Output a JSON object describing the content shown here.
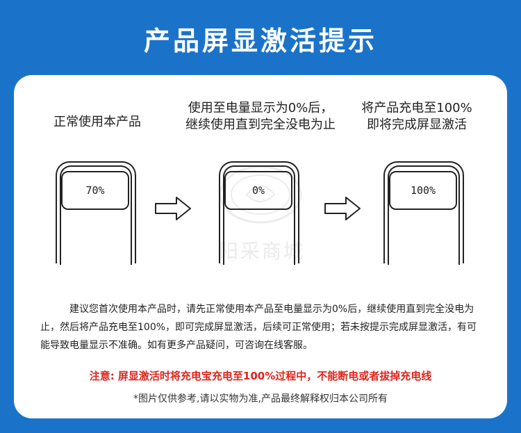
{
  "title": "产品屏显激活提示",
  "steps": [
    {
      "label_line1": "正常使用本产品",
      "label_line2": "",
      "display": "70%"
    },
    {
      "label_line1": "使用至电量显示为0%后，",
      "label_line2": "继续使用直到完全没电为止",
      "display": "0%"
    },
    {
      "label_line1": "将产品充电至100%",
      "label_line2": "即将完成屏显激活",
      "display": "100%"
    }
  ],
  "watermark": "阳采商城",
  "paragraph": "建议您首次使用本产品时，请先正常使用本产品至电量显示为0%后，继续使用直到完全没电为止，然后将产品充电至100%，即可完成屏显激活，后续可正常使用；若未按提示完成屏显激活，有可能导致电量显示不准确。如有更多产品疑问，可咨询在线客服。",
  "warning": "注意: 屏显激活时将充电宝充电至100%过程中，不能断电或者拔掉充电线",
  "disclaimer": "*图片仅供参考,请以实物为准,产品最终解释权归本公司所有",
  "colors": {
    "background": "#1a73c9",
    "card": "#ffffff",
    "warning": "#e0241b"
  }
}
